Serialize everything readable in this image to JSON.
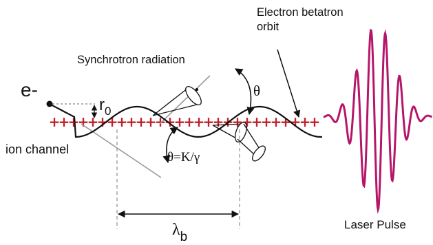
{
  "labels": {
    "electron": "e-",
    "r0": "r",
    "r0_sub": "0",
    "ion_channel": "ion channel",
    "synchrotron": "Synchrotron radiation",
    "orbit_line1": "Electron betatron",
    "orbit_line2": "orbit",
    "theta": "θ",
    "theta_formula": "θ=K/γ",
    "lambda": "λ",
    "lambda_sub": "b",
    "laser": "Laser Pulse"
  },
  "colors": {
    "ion": "#c0202a",
    "laser": "#b5166a",
    "ink": "#111111",
    "guide": "#9a9a9a"
  },
  "ion_channel_marker_count": 28
}
